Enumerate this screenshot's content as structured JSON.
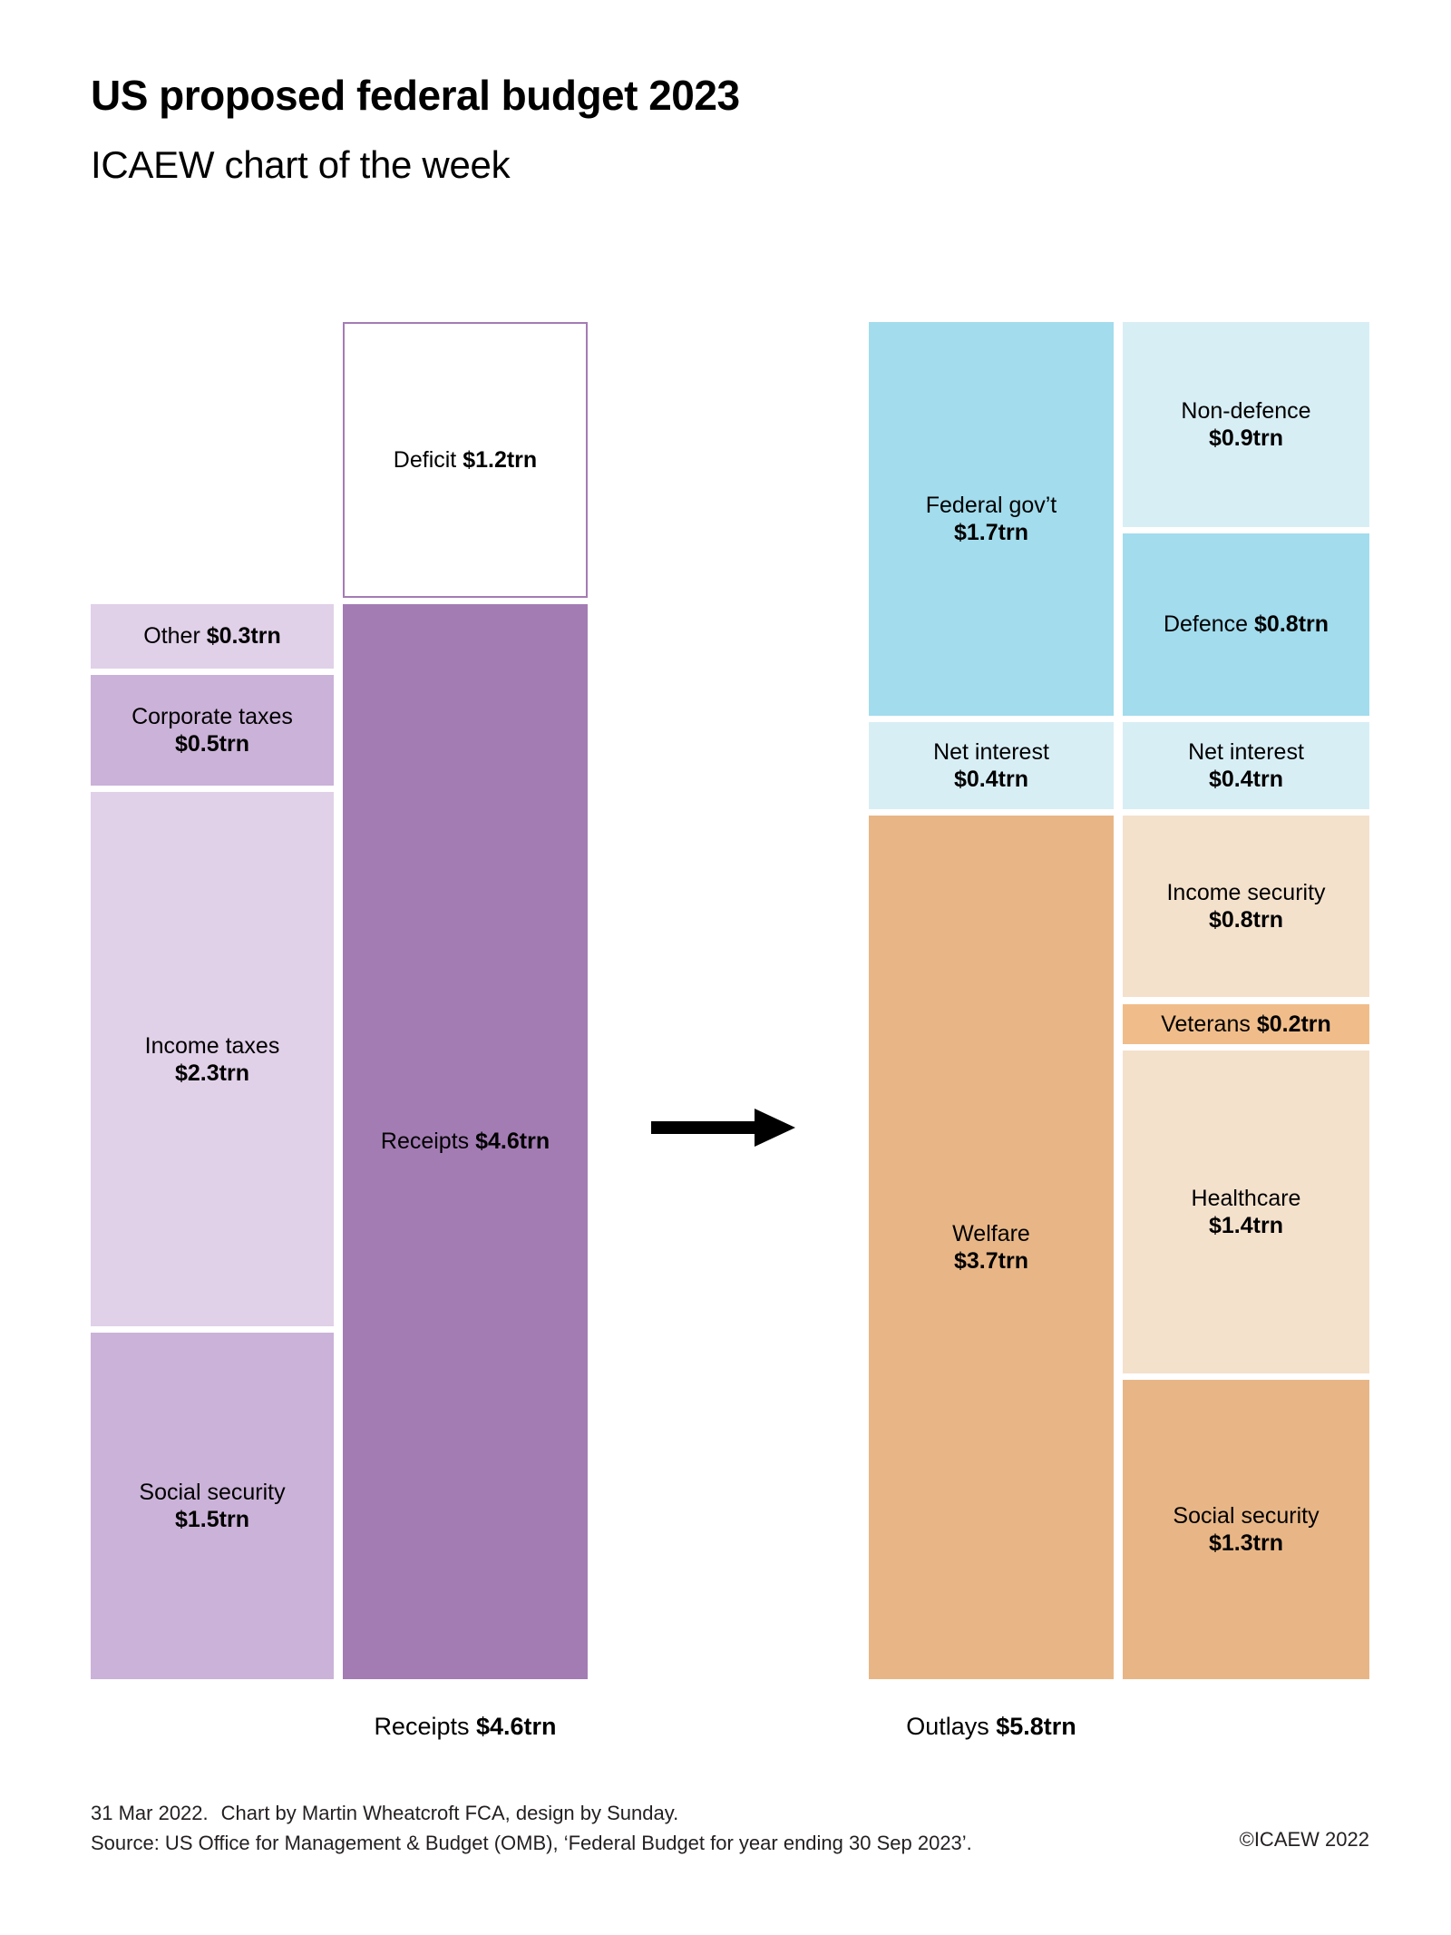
{
  "header": {
    "title": "US proposed federal budget 2023",
    "subtitle": "ICAEW chart of the week"
  },
  "footer": {
    "line1_date": "31 Mar 2022.",
    "line1_credit": "Chart by Martin Wheatcroft FCA, design by Sunday.",
    "line2": "Source: US Office for Management & Budget (OMB), ‘Federal Budget for year ending 30 Sep 2023’.",
    "copyright": "©ICAEW 2022"
  },
  "axis": {
    "receipts_label": "Receipts",
    "receipts_value": "$4.6trn",
    "outlays_label": "Outlays",
    "outlays_value": "$5.8trn"
  },
  "arrow": {
    "name": "flow-arrow",
    "direction": "right"
  },
  "colors": {
    "receipts_dark": "#a47cb4",
    "receipts_mid": "#cbb2d8",
    "receipts_light": "#e0d0e8",
    "deficit_outline": "#a47cb4",
    "deficit_fill": "#ffffff",
    "gov_blue": "#a2dced",
    "gov_blue_light": "#d8eef5",
    "welfare_orange": "#e8b686",
    "welfare_light": "#f4e1cc",
    "welfare_mid": "#f0d4b6",
    "text": "#000000"
  },
  "chart_data": {
    "type": "bar",
    "title": "US proposed federal budget 2023",
    "subtitle": "ICAEW chart of the week",
    "unit": "$trn",
    "ylim": [
      0,
      5.8
    ],
    "grid": false,
    "legend": "none",
    "columns": [
      {
        "name": "receipts-breakdown",
        "total": 4.6,
        "axis_label": "",
        "segments": [
          {
            "label": "Other",
            "value": 0.3,
            "display": "$0.3trn",
            "color": "#e0d0e8",
            "inline": true
          },
          {
            "label": "Corporate taxes",
            "value": 0.5,
            "display": "$0.5trn",
            "color": "#cbb2d8",
            "inline": false
          },
          {
            "label": "Income taxes",
            "value": 2.3,
            "display": "$2.3trn",
            "color": "#e0d0e8",
            "inline": false
          },
          {
            "label": "Social security",
            "value": 1.5,
            "display": "$1.5trn",
            "color": "#cbb2d8",
            "inline": false
          }
        ]
      },
      {
        "name": "receipts-total",
        "total": 5.8,
        "axis_label": "Receipts $4.6trn",
        "segments": [
          {
            "label": "Deficit",
            "value": 1.2,
            "display": "$1.2trn",
            "color": "#ffffff",
            "inline": true,
            "outline": true
          },
          {
            "label": "Receipts",
            "value": 4.6,
            "display": "$4.6trn",
            "color": "#a47cb4",
            "inline": true
          }
        ]
      },
      {
        "name": "outlays-total",
        "total": 5.8,
        "axis_label": "Outlays $5.8trn",
        "segments": [
          {
            "label": "Federal gov’t",
            "value": 1.7,
            "display": "$1.7trn",
            "color": "#a2dced",
            "inline": false
          },
          {
            "label": "Net interest",
            "value": 0.4,
            "display": "$0.4trn",
            "color": "#d8eef5",
            "inline": false
          },
          {
            "label": "Welfare",
            "value": 3.7,
            "display": "$3.7trn",
            "color": "#e8b686",
            "inline": false
          }
        ]
      },
      {
        "name": "outlays-breakdown",
        "total": 5.8,
        "axis_label": "",
        "segments": [
          {
            "label": "Non-defence",
            "value": 0.9,
            "display": "$0.9trn",
            "color": "#d8eef5",
            "inline": false
          },
          {
            "label": "Defence",
            "value": 0.8,
            "display": "$0.8trn",
            "color": "#a2dced",
            "inline": true
          },
          {
            "label": "Net interest",
            "value": 0.4,
            "display": "$0.4trn",
            "color": "#d8eef5",
            "inline": false
          },
          {
            "label": "Income security",
            "value": 0.8,
            "display": "$0.8trn",
            "color": "#f4e1cc",
            "inline": false
          },
          {
            "label": "Veterans",
            "value": 0.2,
            "display": "$0.2trn",
            "color": "#f0bd8a",
            "inline": true
          },
          {
            "label": "Healthcare",
            "value": 1.4,
            "display": "$1.4trn",
            "color": "#f4e1cc",
            "inline": false
          },
          {
            "label": "Social security",
            "value": 1.3,
            "display": "$1.3trn",
            "color": "#e8b686",
            "inline": false
          }
        ]
      }
    ]
  }
}
